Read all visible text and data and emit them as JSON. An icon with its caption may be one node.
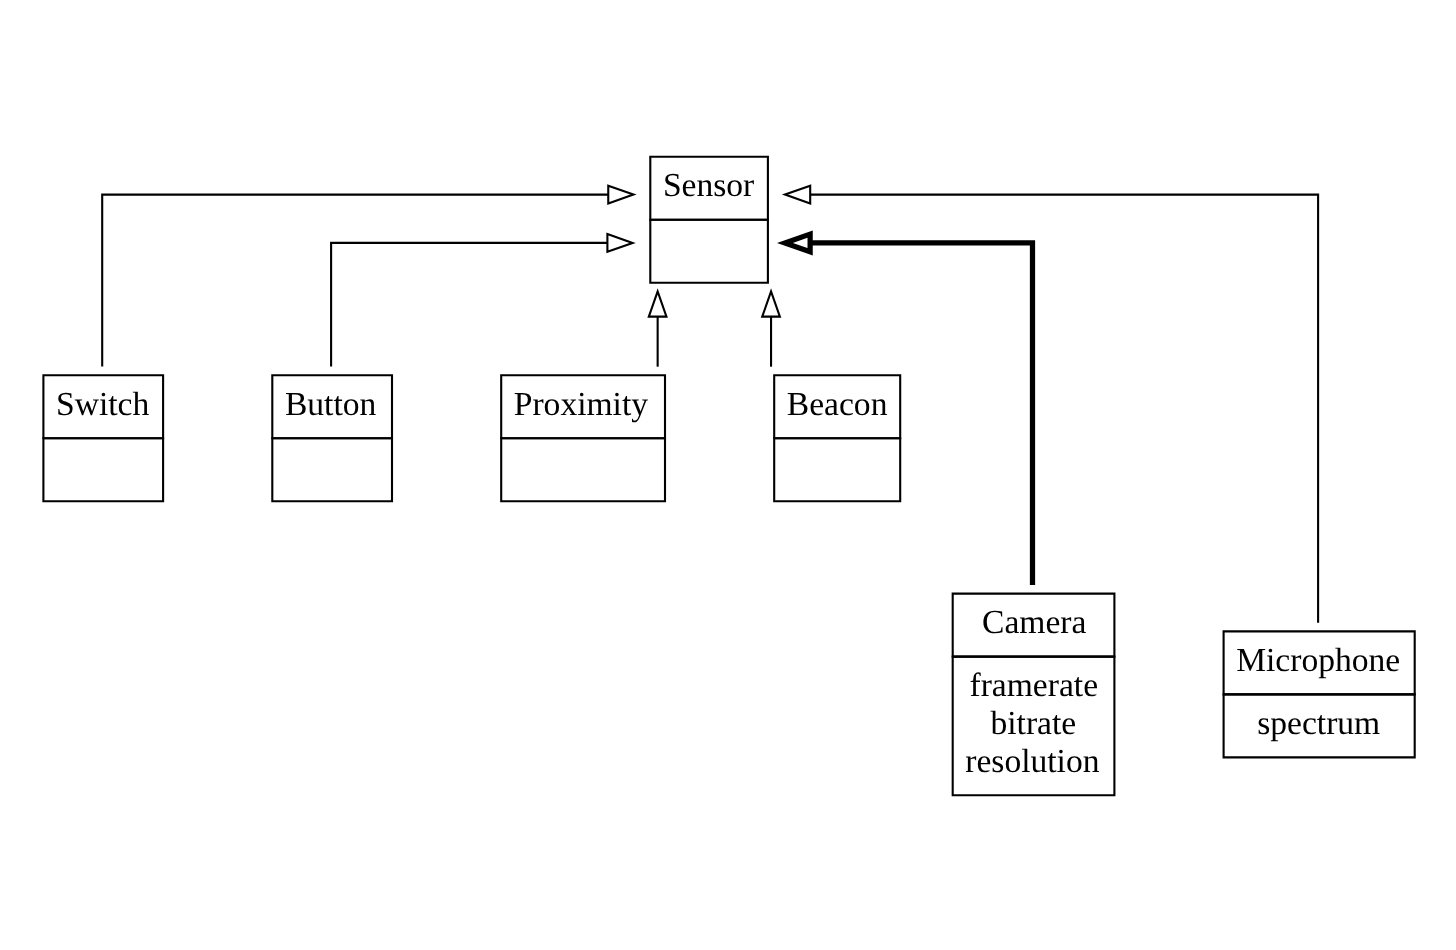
{
  "diagram": {
    "nodes": [
      {
        "text": [
          "Sensor"
        ]
      },
      {
        "text": [
          "Switch"
        ]
      },
      {
        "text": [
          "Button"
        ]
      },
      {
        "text": [
          "Proximity"
        ]
      },
      {
        "text": [
          "Beacon"
        ]
      },
      {
        "text": [
          "Camera",
          "framerate",
          "bitrate",
          "resolution"
        ]
      },
      {
        "text": [
          "Microphone",
          "spectrum"
        ]
      }
    ],
    "edges": [
      {
        "from": 1,
        "to": 0,
        "arrow": "to"
      },
      {
        "from": 2,
        "to": 0,
        "arrow": "to"
      },
      {
        "from": 3,
        "to": 0,
        "arrow": "to"
      },
      {
        "from": 4,
        "to": 0,
        "arrow": "to"
      },
      {
        "from": 5,
        "to": 0,
        "arrow": "to",
        "style": "thick"
      },
      {
        "from": 6,
        "to": 0,
        "arrow": "to"
      }
    ]
  }
}
